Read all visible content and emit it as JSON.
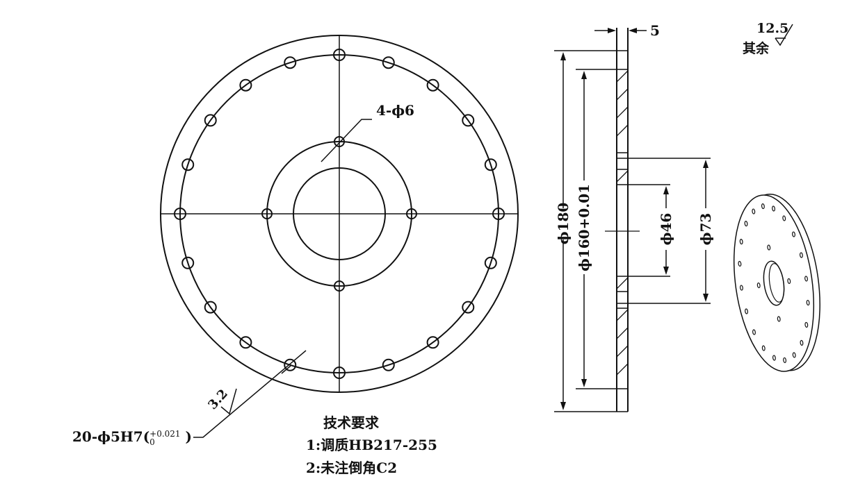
{
  "front_view": {
    "bolt_hole_callout": "20-ϕ5H7(",
    "tol_upper": "+0.021",
    "tol_lower": "0",
    "tol_close": ")",
    "roughness_holes": "3.2",
    "inner_hole_callout": "4-ϕ6",
    "bolt_hole_count": 20,
    "inner_hole_count": 4
  },
  "side_view": {
    "thickness": "5",
    "dia_outer": "ϕ180",
    "dia_bolt": "ϕ160+0.01",
    "dia_bore": "ϕ46",
    "dia_hub": "ϕ73"
  },
  "roughness_general": {
    "value": "12.5",
    "label": "其余"
  },
  "tech_requirements": {
    "title": "技术要求",
    "items": [
      "1:调质HB217-255",
      "2:未注倒角C2"
    ]
  }
}
